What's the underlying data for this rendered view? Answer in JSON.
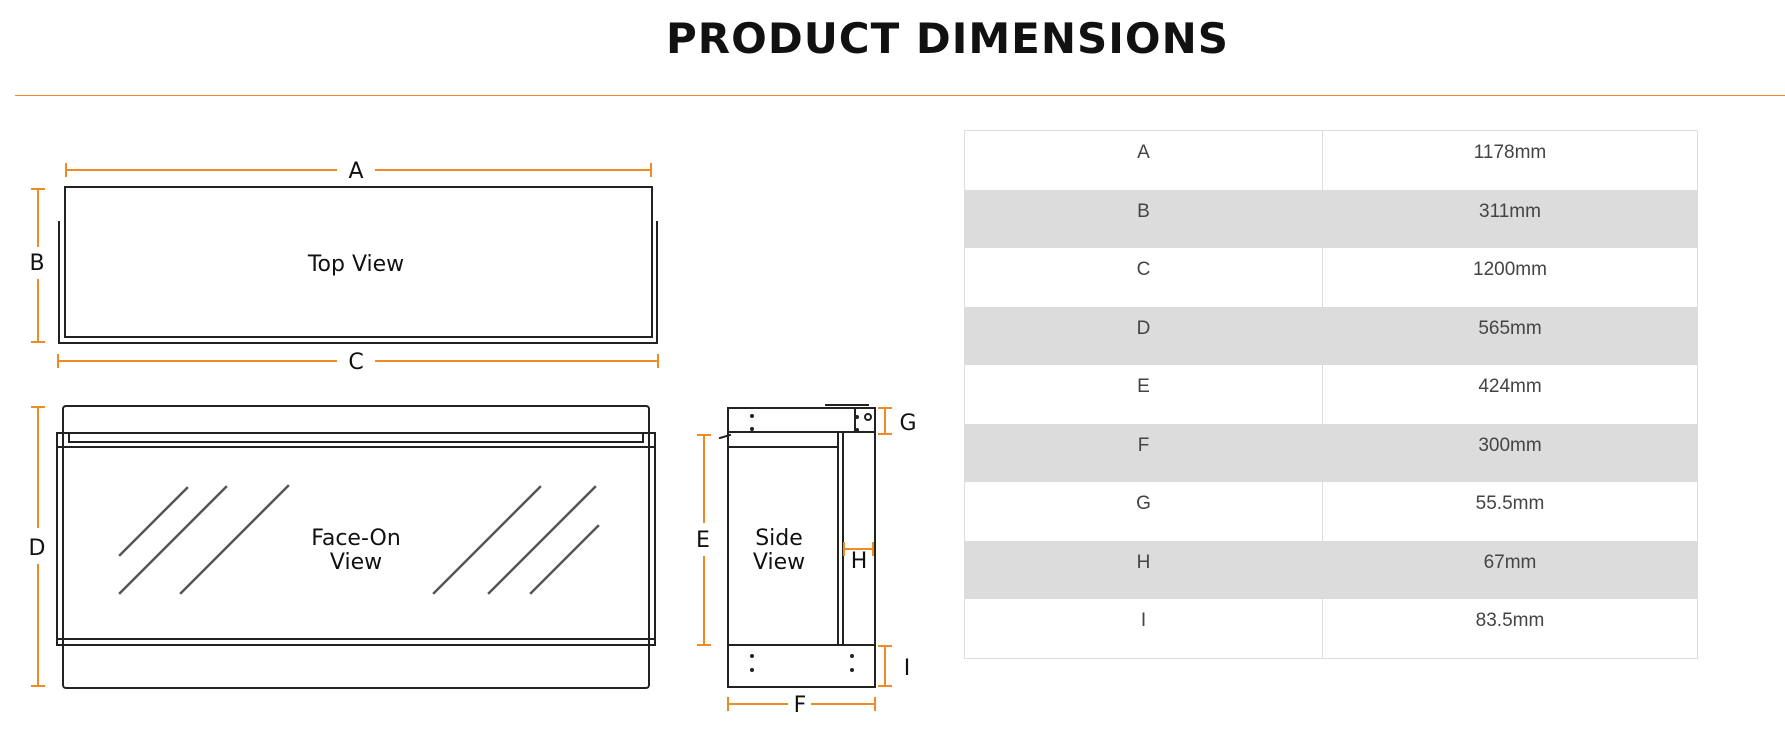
{
  "page": {
    "title": "PRODUCT DIMENSIONS"
  },
  "diagram": {
    "top_view_label": "Top View",
    "face_view_label_line1": "Face-On",
    "face_view_label_line2": "View",
    "side_view_label_line1": "Side",
    "side_view_label_line2": "View",
    "letters": {
      "a": "A",
      "b": "B",
      "c": "C",
      "d": "D",
      "e": "E",
      "f": "F",
      "g": "G",
      "h": "H",
      "i": "I"
    }
  },
  "dimensions_table": {
    "rows": [
      {
        "key": "A",
        "value": "1178mm"
      },
      {
        "key": "B",
        "value": "311mm"
      },
      {
        "key": "C",
        "value": "1200mm"
      },
      {
        "key": "D",
        "value": "565mm"
      },
      {
        "key": "E",
        "value": "424mm"
      },
      {
        "key": "F",
        "value": "300mm"
      },
      {
        "key": "G",
        "value": "55.5mm"
      },
      {
        "key": "H",
        "value": "67mm"
      },
      {
        "key": "I",
        "value": "83.5mm"
      }
    ]
  },
  "colors": {
    "accent": "#f08a24",
    "row_alt": "#dcdcdc",
    "line": "#222222"
  }
}
